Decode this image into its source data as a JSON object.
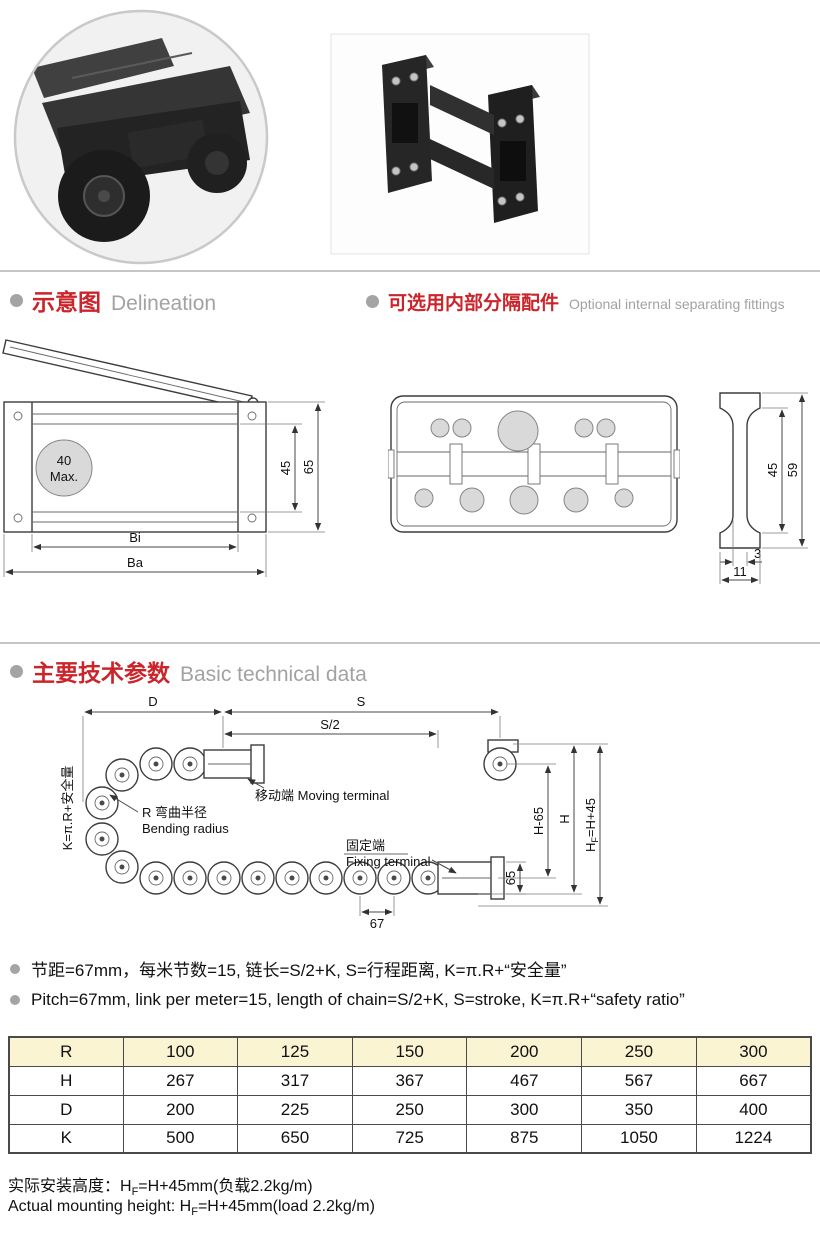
{
  "colors": {
    "accent_red": "#c9252b",
    "heading_gray": "#a2a2a2",
    "table_header_bg": "#fbf4d3",
    "line": "#3c3c3c"
  },
  "photos": {
    "circle_photo": "cable drag chain link close-up",
    "rect_photo": "cable drag chain segment"
  },
  "sections": {
    "delineation": {
      "zh": "示意图",
      "en": "Delineation"
    },
    "fittings": {
      "zh": "可选用内部分隔配件",
      "en": "Optional internal separating fittings"
    },
    "technical": {
      "zh": "主要技术参数",
      "en": "Basic technical data"
    }
  },
  "side_view": {
    "max_label_1": "40",
    "max_label_2": "Max.",
    "dim_45": "45",
    "dim_65": "65",
    "dim_bi": "Bi",
    "dim_ba": "Ba"
  },
  "separator": {
    "dim_45": "45",
    "dim_59": "59",
    "dim_3": "3",
    "dim_11": "11"
  },
  "bend": {
    "dim_d": "D",
    "dim_s": "S",
    "dim_s2": "S/2",
    "k_label": "K=π.R+安全量",
    "moving_label": "移动端 Moving terminal",
    "bend_zh": "R 弯曲半径",
    "bend_en": "Bending radius",
    "fixed_zh": "固定端",
    "fixed_en": "Fixing terminal",
    "dim_h65": "H-65",
    "dim_h": "H",
    "hf_h": "H",
    "hf_sub": "F",
    "hf_rest": "=H+45",
    "dim_65": "65",
    "dim_67": "67"
  },
  "notes": {
    "zh": "节距=67mm，每米节数=15, 链长=S/2+K, S=行程距离, K=π.R+“安全量”",
    "en": "Pitch=67mm, link per meter=15, length of chain=S/2+K, S=stroke, K=π.R+“safety ratio”"
  },
  "table": {
    "header": [
      "R",
      "100",
      "125",
      "150",
      "200",
      "250",
      "300"
    ],
    "rows": [
      [
        "H",
        "267",
        "317",
        "367",
        "467",
        "567",
        "667"
      ],
      [
        "D",
        "200",
        "225",
        "250",
        "300",
        "350",
        "400"
      ],
      [
        "K",
        "500",
        "650",
        "725",
        "875",
        "1050",
        "1224"
      ]
    ]
  },
  "footer": {
    "zh_prefix": "实际安装高度：H",
    "zh_sub": "F",
    "zh_rest": "=H+45mm(负载2.2kg/m)",
    "en_prefix": "Actual mounting height: H",
    "en_sub": "F",
    "en_rest": "=H+45mm(load 2.2kg/m)"
  }
}
